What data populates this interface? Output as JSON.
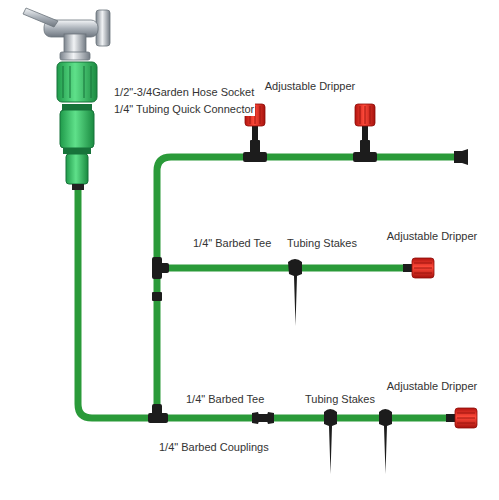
{
  "diagram": {
    "labels": [
      "Adjustable Dripper",
      "1/2\"-3/4Garden Hose Socket",
      "1/4\" Tubing Quick Connector",
      "1/4\" Barbed Tee",
      "Tubing Stakes",
      "Adjustable Dripper",
      "1/4\" Barbed Tee",
      "Tubing Stakes",
      "Adjustable Dripper",
      "1/4\" Barbed Couplings"
    ]
  }
}
